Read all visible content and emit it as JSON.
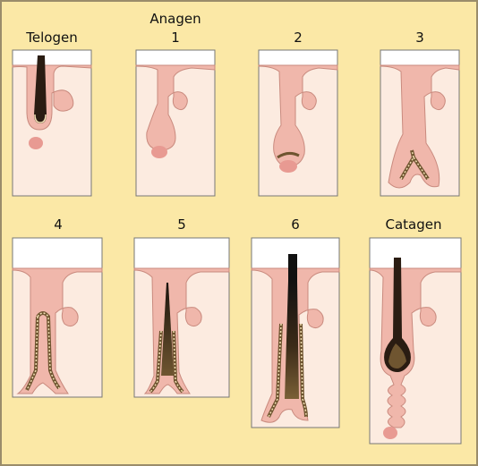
{
  "figure": {
    "header_label": "Anagen",
    "panels": [
      {
        "id": "telogen",
        "label": "Telogen"
      },
      {
        "id": "anagen-1",
        "label": "1"
      },
      {
        "id": "anagen-2",
        "label": "2"
      },
      {
        "id": "anagen-3",
        "label": "3"
      },
      {
        "id": "anagen-4",
        "label": "4"
      },
      {
        "id": "anagen-5",
        "label": "5"
      },
      {
        "id": "anagen-6",
        "label": "6"
      },
      {
        "id": "catagen",
        "label": "Catagen"
      }
    ]
  },
  "colors": {
    "background": "#fbe8a6",
    "border": "#9a8c6a",
    "panel_fill": "#fcebe0",
    "panel_top": "#ffffff",
    "follicle": "#f0b7ab",
    "follicle_edge": "#c98a7e",
    "papilla": "#e89a92",
    "hair_dark": "#2a1c12",
    "hair_brown": "#6f5530",
    "sheath_light": "#f2dfb4"
  }
}
